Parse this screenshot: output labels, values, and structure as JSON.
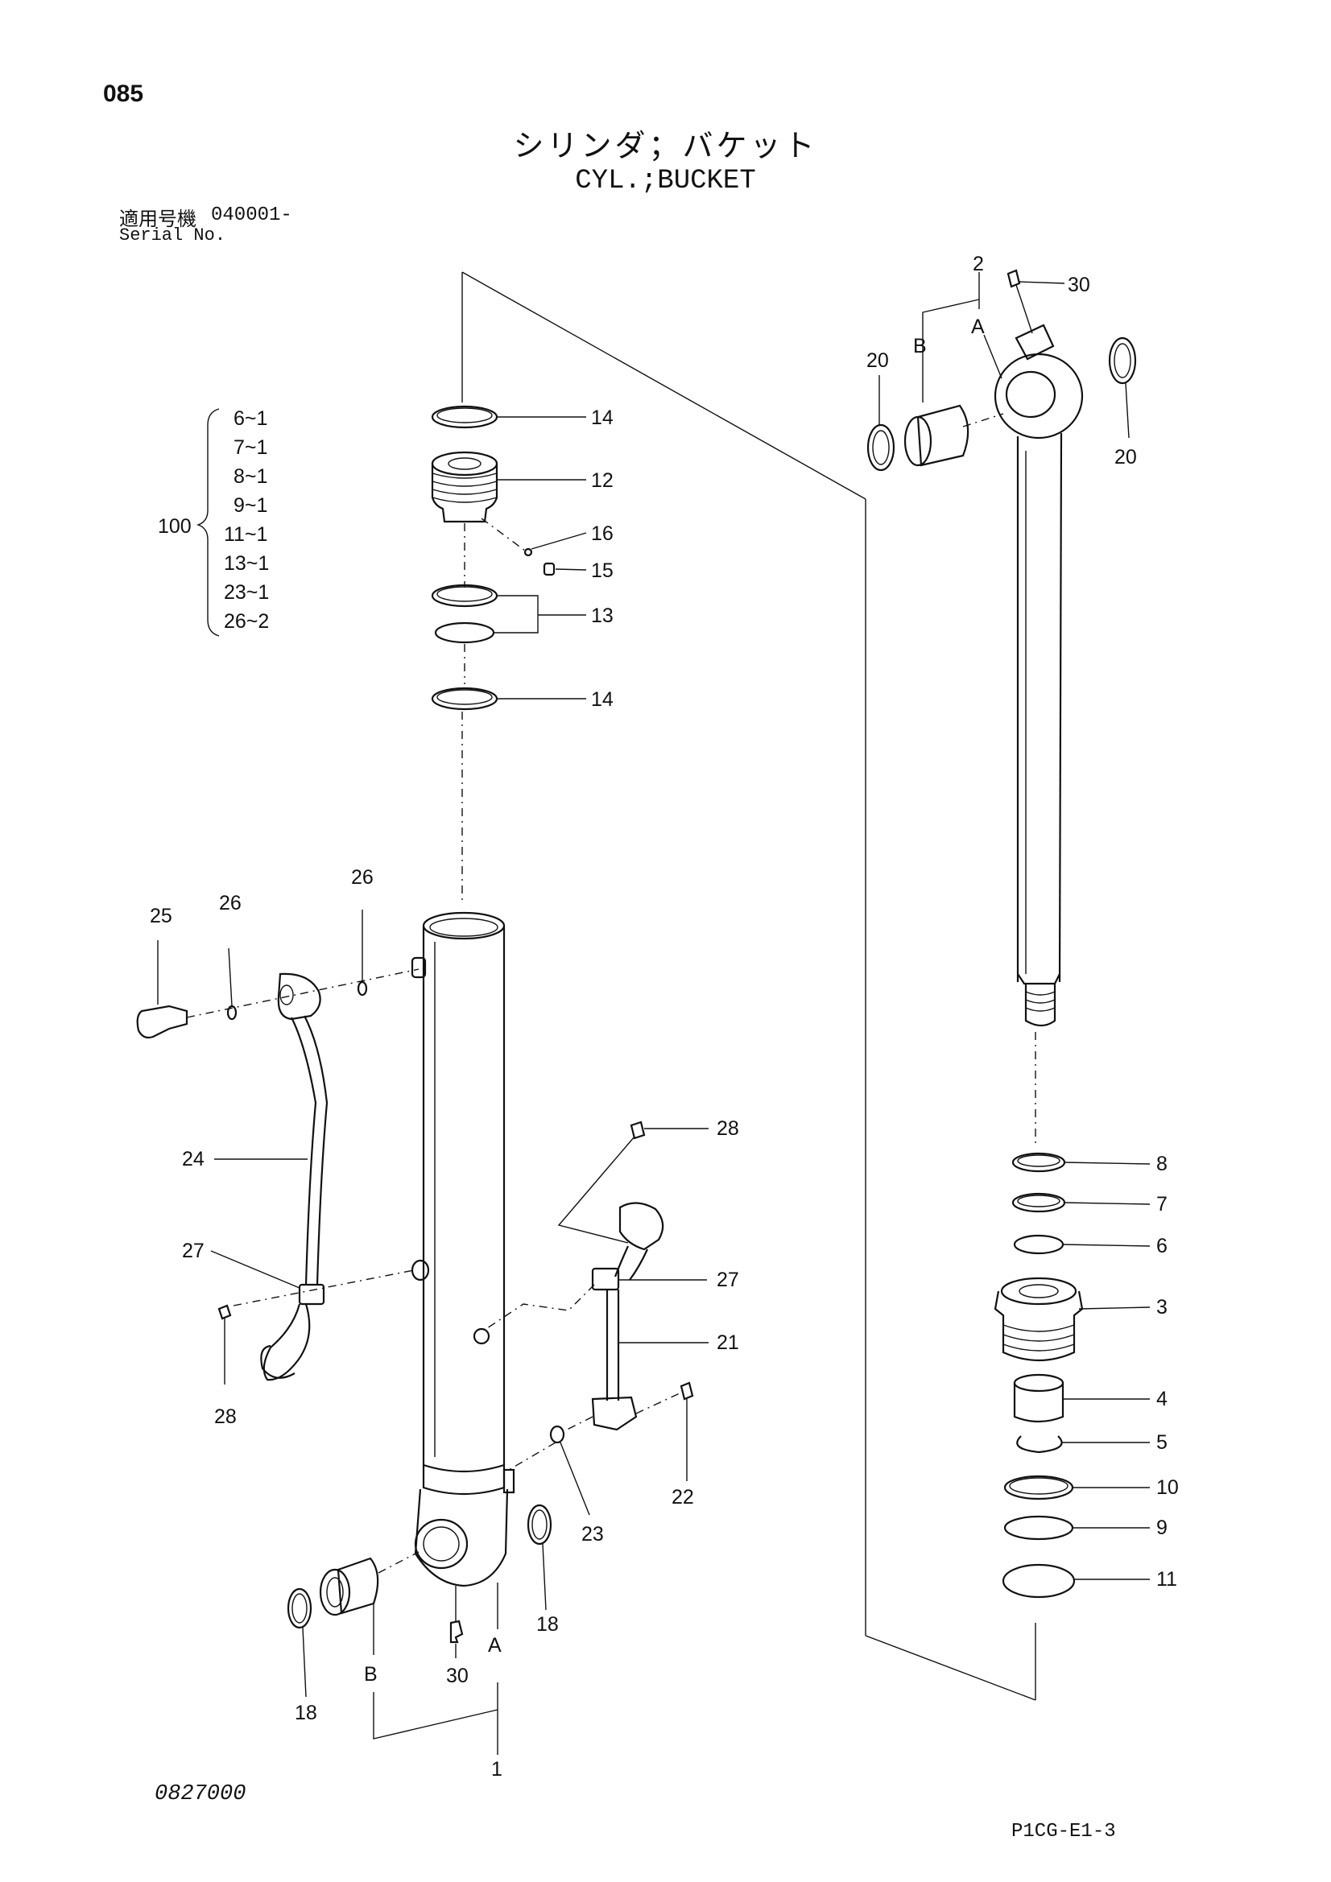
{
  "header": {
    "page_number": "085",
    "title_jp": "シリンダ；バケット",
    "title_en": "CYL.;BUCKET",
    "serial_label_jp": "適用号機",
    "serial_value": "040001-",
    "serial_label_en": "Serial No."
  },
  "kit": {
    "number": "100",
    "items": [
      "6~1",
      "7~1",
      "8~1",
      "9~1",
      "11~1",
      "13~1",
      "23~1",
      "26~2"
    ]
  },
  "callouts": {
    "c1": "1",
    "c2": "2",
    "c3": "3",
    "c4": "4",
    "c5": "5",
    "c6": "6",
    "c7": "7",
    "c8": "8",
    "c9": "9",
    "c10": "10",
    "c11": "11",
    "c12": "12",
    "c13": "13",
    "c14_top": "14",
    "c14_bottom": "14",
    "c15": "15",
    "c16": "16",
    "c18_left": "18",
    "c18_right": "18",
    "c20_left": "20",
    "c20_right": "20",
    "c21": "21",
    "c22": "22",
    "c23": "23",
    "c24": "24",
    "c25": "25",
    "c26_left": "26",
    "c26_right": "26",
    "c27_left": "27",
    "c27_right": "27",
    "c28_upper": "28",
    "c28_lower": "28",
    "c30_top": "30",
    "c30_bottom": "30",
    "lbl_a_top": "A",
    "lbl_b_top": "B",
    "lbl_a_bottom": "A",
    "lbl_b_bottom": "B"
  },
  "footer": {
    "drawing_number": "0827000",
    "page_code": "P1CG-E1-3"
  }
}
